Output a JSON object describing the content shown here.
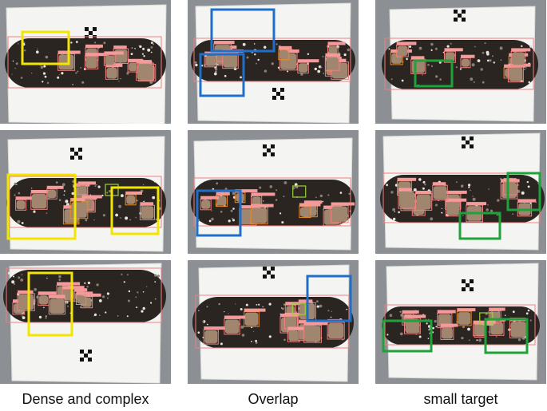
{
  "captions": {
    "col1": "Dense and complex",
    "col2": "Overlap",
    "col3": "small target"
  },
  "colors": {
    "dense_highlight": "#f2e600",
    "overlap_highlight": "#1f6fc9",
    "small_highlight": "#1fa23a",
    "detection_box": "#f08080",
    "detection_label": "#f49a9a",
    "orange_box": "#f08a24",
    "lime_box": "#9ad03a",
    "paper": "#f4f4f2",
    "log_dark": "#2b2522",
    "background": "#8c8f93"
  },
  "panels": [
    {
      "column": "Dense and complex",
      "highlight": "yellow",
      "highlight_boxes": 1
    },
    {
      "column": "Dense and complex",
      "highlight": "yellow",
      "highlight_boxes": 2
    },
    {
      "column": "Dense and complex",
      "highlight": "yellow",
      "highlight_boxes": 1
    },
    {
      "column": "Overlap",
      "highlight": "blue",
      "highlight_boxes": 2
    },
    {
      "column": "Overlap",
      "highlight": "blue",
      "highlight_boxes": 1
    },
    {
      "column": "Overlap",
      "highlight": "blue",
      "highlight_boxes": 1
    },
    {
      "column": "small target",
      "highlight": "green",
      "highlight_boxes": 1
    },
    {
      "column": "small target",
      "highlight": "green",
      "highlight_boxes": 2
    },
    {
      "column": "small target",
      "highlight": "green",
      "highlight_boxes": 2
    }
  ]
}
